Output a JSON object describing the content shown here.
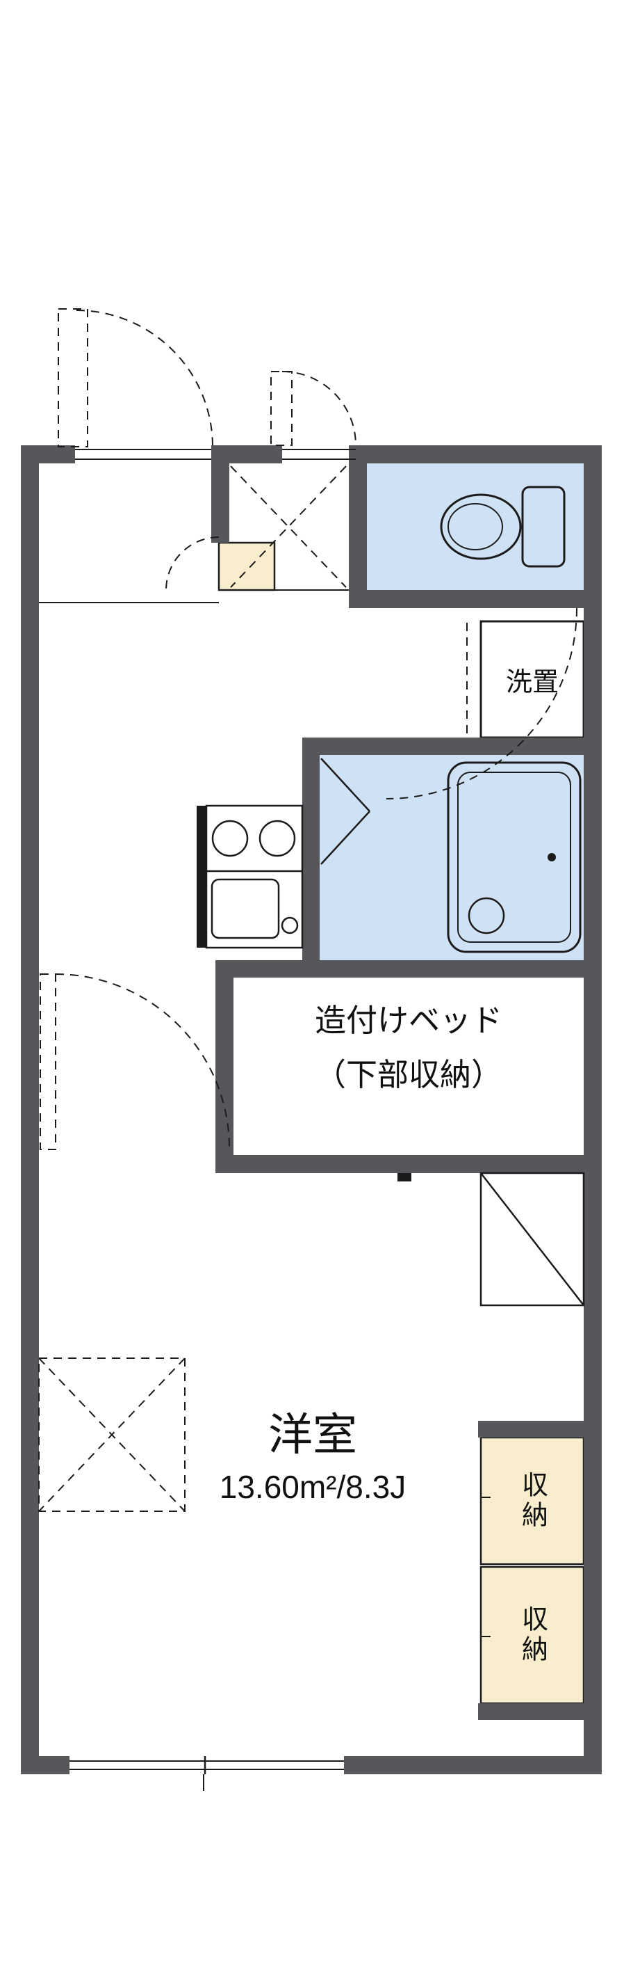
{
  "colors": {
    "bg": "#ffffff",
    "wall": "#56575b",
    "water": "#cfe1f4",
    "cream": "#f8eecd",
    "line": "#1b1b1b"
  },
  "labels": {
    "washer_space": "洗置",
    "built_in_bed_line1": "造付けベッド",
    "built_in_bed_line2": "（下部収納）",
    "room_name": "洋室",
    "room_area": "13.60m²/8.3J",
    "closet_upper": "収納",
    "closet_lower": "収納"
  }
}
